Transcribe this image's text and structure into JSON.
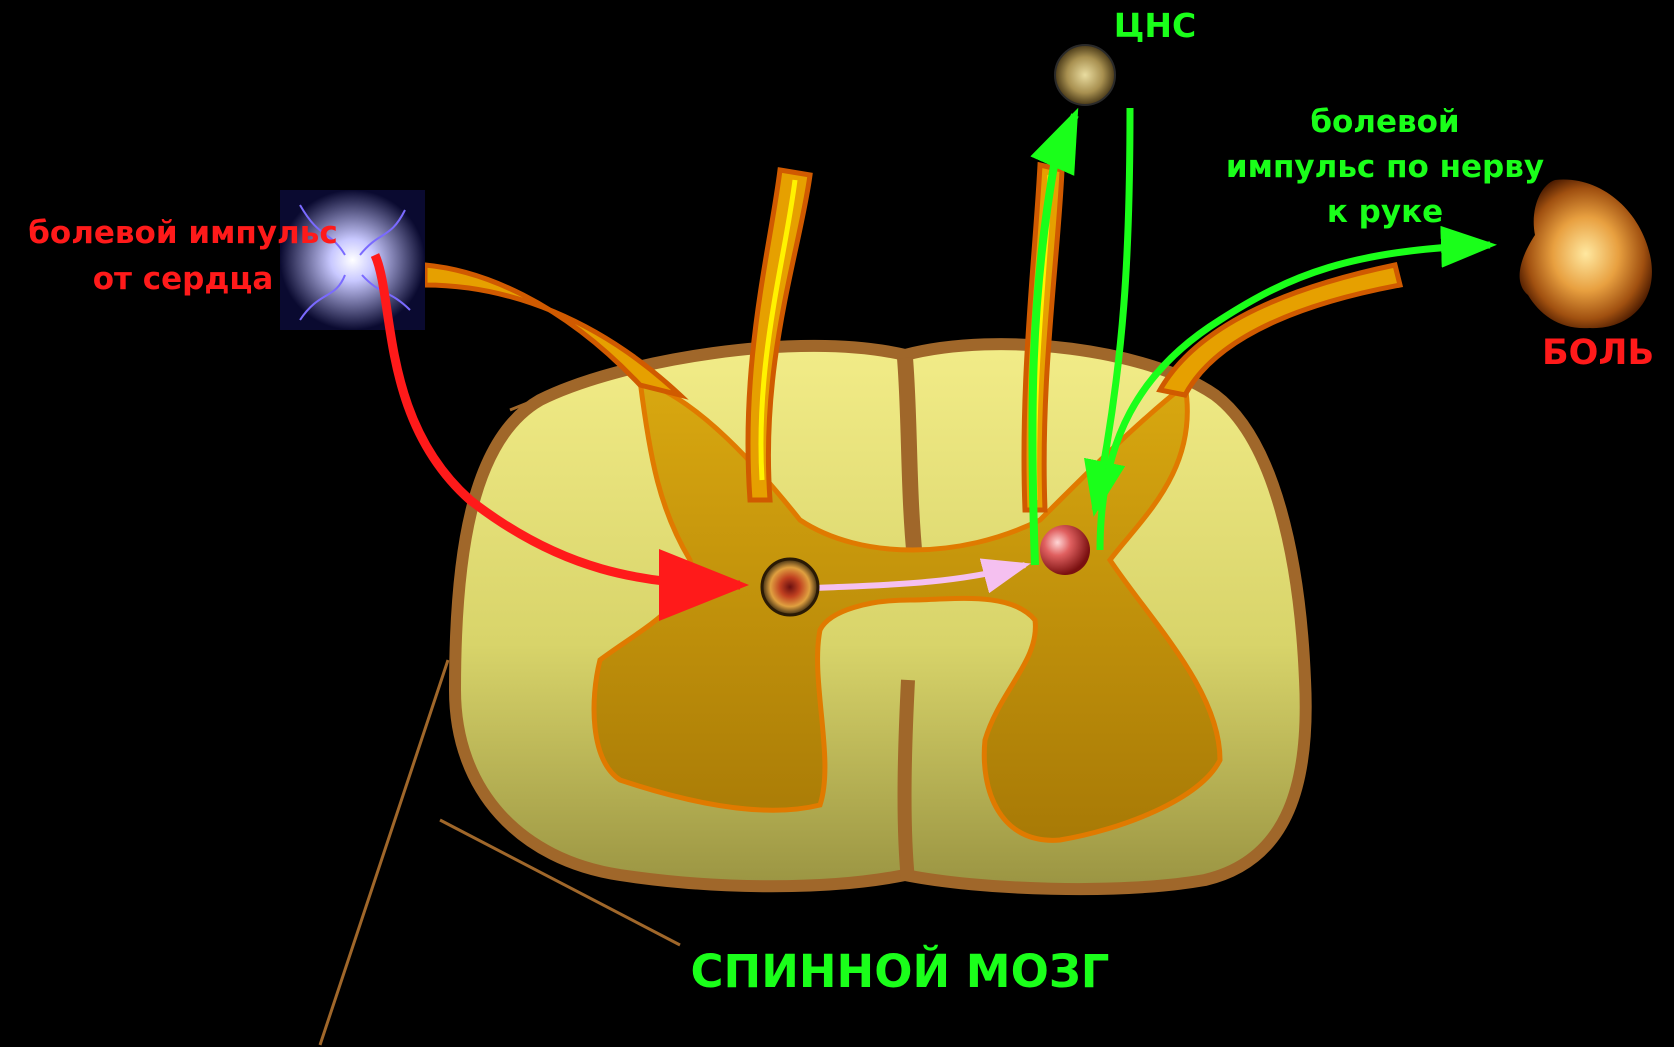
{
  "labels": {
    "heart_impulse_line1": "болевой импульс",
    "heart_impulse_line2": "от сердца",
    "cns": "ЦНС",
    "nerve_impulse_line1": "болевой",
    "nerve_impulse_line2": "импульс по нерву",
    "nerve_impulse_line3": "к руке",
    "pain": "БОЛЬ",
    "spinal_cord": "СПИННОЙ МОЗГ"
  },
  "colors": {
    "background": "#000000",
    "white_matter": "#e6e27a",
    "gray_matter": "#c8950a",
    "outline": "#a0672a",
    "nerve": "#e6a000",
    "heart_impulse": "#ff1a1a",
    "nerve_impulse": "#1aff1a",
    "interneuron_link": "#f5c0f0"
  }
}
